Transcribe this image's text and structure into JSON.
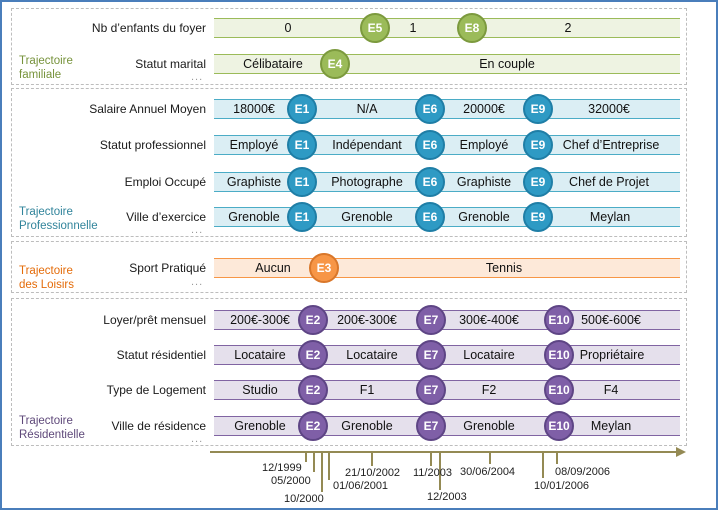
{
  "groups": {
    "familiale": {
      "label": "Trajectoire familiale",
      "color": "#77933c",
      "dots": "..."
    },
    "professionnelle": {
      "label": "Trajectoire Professionnelle",
      "color": "#31849b",
      "dots": "..."
    },
    "loisirs": {
      "label": "Trajectoire des Loisirs",
      "color": "#e46c0a",
      "dots": "..."
    },
    "residentielle": {
      "label": "Trajectoire Résidentielle",
      "color": "#5f497a",
      "dots": "..."
    }
  },
  "rows": {
    "enfants": {
      "label": "Nb d’enfants du foyer",
      "values": [
        "0",
        "1",
        "2"
      ],
      "events": [
        "E5",
        "E8"
      ]
    },
    "statut_marital": {
      "label": "Statut marital",
      "values": [
        "Célibataire",
        "En couple"
      ],
      "events": [
        "E4"
      ]
    },
    "salaire": {
      "label": "Salaire Annuel Moyen",
      "values": [
        "18000€",
        "N/A",
        "20000€",
        "32000€"
      ],
      "events": [
        "E1",
        "E6",
        "E9"
      ]
    },
    "statut_pro": {
      "label": "Statut professionnel",
      "values": [
        "Employé",
        "Indépendant",
        "Employé",
        "Chef d’Entreprise"
      ],
      "events": [
        "E1",
        "E6",
        "E9"
      ]
    },
    "emploi": {
      "label": "Emploi Occupé",
      "values": [
        "Graphiste",
        "Photographe",
        "Graphiste",
        "Chef de Projet"
      ],
      "events": [
        "E1",
        "E6",
        "E9"
      ]
    },
    "ville_exercice": {
      "label": "Ville d’exercice",
      "values": [
        "Grenoble",
        "Grenoble",
        "Grenoble",
        "Meylan"
      ],
      "events": [
        "E1",
        "E6",
        "E9"
      ]
    },
    "sport": {
      "label": "Sport Pratiqué",
      "values": [
        "Aucun",
        "Tennis"
      ],
      "events": [
        "E3"
      ]
    },
    "loyer": {
      "label": "Loyer/prêt mensuel",
      "values": [
        "200€-300€",
        "200€-300€",
        "300€-400€",
        "500€-600€"
      ],
      "events": [
        "E2",
        "E7",
        "E10"
      ]
    },
    "statut_res": {
      "label": "Statut résidentiel",
      "values": [
        "Locataire",
        "Locataire",
        "Locataire",
        "Propriétaire"
      ],
      "events": [
        "E2",
        "E7",
        "E10"
      ]
    },
    "logement": {
      "label": "Type de Logement",
      "values": [
        "Studio",
        "F1",
        "F2",
        "F4"
      ],
      "events": [
        "E2",
        "E7",
        "E10"
      ]
    },
    "ville_res": {
      "label": "Ville de résidence",
      "values": [
        "Grenoble",
        "Grenoble",
        "Grenoble",
        "Meylan"
      ],
      "events": [
        "E2",
        "E7",
        "E10"
      ]
    }
  },
  "timeline": {
    "dates": [
      "12/1999",
      "05/2000",
      "10/2000",
      "01/06/2001",
      "21/10/2002",
      "11/2003",
      "12/2003",
      "30/06/2004",
      "10/01/2006",
      "08/09/2006"
    ]
  },
  "colors": {
    "familiale": "#9bbb59",
    "professionnelle": "#4bacc6",
    "loisirs": "#f79646",
    "residentielle": "#8064a2"
  }
}
